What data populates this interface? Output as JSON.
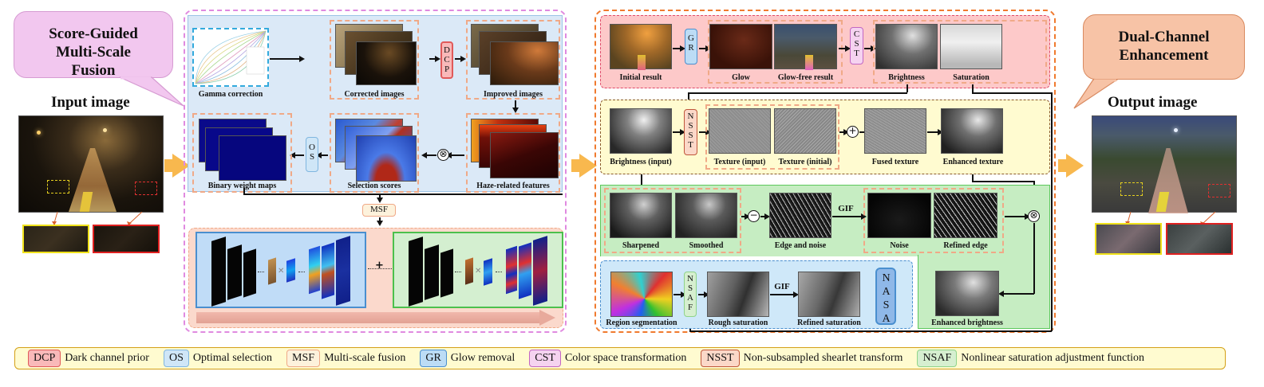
{
  "callouts": {
    "left": "Score-Guided Multi-Scale Fusion",
    "right": "Dual-Channel Enhancement"
  },
  "titles": {
    "input": "Input image",
    "output": "Output image"
  },
  "fusion": {
    "gamma": "Gamma correction",
    "corrected": "Corrected images",
    "improved": "Improved images",
    "haze": "Haze-related features",
    "selection": "Selection scores",
    "binary": "Binary weight maps",
    "dcp": "DCP",
    "os": "OS",
    "msf": "MSF",
    "multiply_op": "⊗",
    "plus_op": "+"
  },
  "enhancement": {
    "row1": {
      "initial": "Initial result",
      "glow": "Glow",
      "glow_free": "Glow-free result",
      "brightness": "Brightness",
      "saturation": "Saturation",
      "gr": "GR",
      "cst": "CST"
    },
    "row2": {
      "brightness_input": "Brightness (input)",
      "texture_input": "Texture (input)",
      "texture_initial": "Texture (initial)",
      "fused": "Fused texture",
      "enhanced": "Enhanced texture",
      "nsst": "NSST",
      "plus_op": "+"
    },
    "row3": {
      "sharpened": "Sharpened",
      "smoothed": "Smoothed",
      "edge_noise": "Edge and noise",
      "noise": "Noise",
      "refined_edge": "Refined edge",
      "gif": "GIF",
      "minus_op": "−",
      "multiply_op": "⊗"
    },
    "row4": {
      "region": "Region segmentation",
      "rough": "Rough saturation",
      "refined": "Refined saturation",
      "nsaf": "NSAF",
      "nasa": "NASA",
      "gif": "GIF",
      "enhanced_brightness": "Enhanced brightness"
    }
  },
  "legend": [
    {
      "abbr": "DCP",
      "text": "Dark channel prior",
      "bg": "#f9b9b9",
      "border": "#e05a5a"
    },
    {
      "abbr": "OS",
      "text": "Optimal selection",
      "bg": "#cfe6f7",
      "border": "#7fb6e0"
    },
    {
      "abbr": "MSF",
      "text": "Multi-scale fusion",
      "bg": "#fdf2dc",
      "border": "#f0a987"
    },
    {
      "abbr": "GR",
      "text": "Glow removal",
      "bg": "#bcdcf5",
      "border": "#4a8fcf"
    },
    {
      "abbr": "CST",
      "text": "Color space transformation",
      "bg": "#f5d3f0",
      "border": "#c266c2"
    },
    {
      "abbr": "NSST",
      "text": "Non-subsampled shearlet transform",
      "bg": "#fbd8c8",
      "border": "#c0563a"
    },
    {
      "abbr": "NSAF",
      "text": "Nonlinear saturation adjustment function",
      "bg": "#d6efd0",
      "border": "#8fd48a"
    }
  ],
  "colors": {
    "fusion_border": "#e08ae0",
    "fusion_bg": "#dbe9f7",
    "enh_border": "#f07a2e",
    "row1_bg": "#fdc9c9",
    "row2_bg": "#fffbd0",
    "row3_bg": "#c6edc2",
    "row4_bg": "#cfe8f9",
    "legend_bg": "#fffbd0",
    "legend_border": "#d4a017",
    "arrow_orange": "#f8b84e"
  }
}
